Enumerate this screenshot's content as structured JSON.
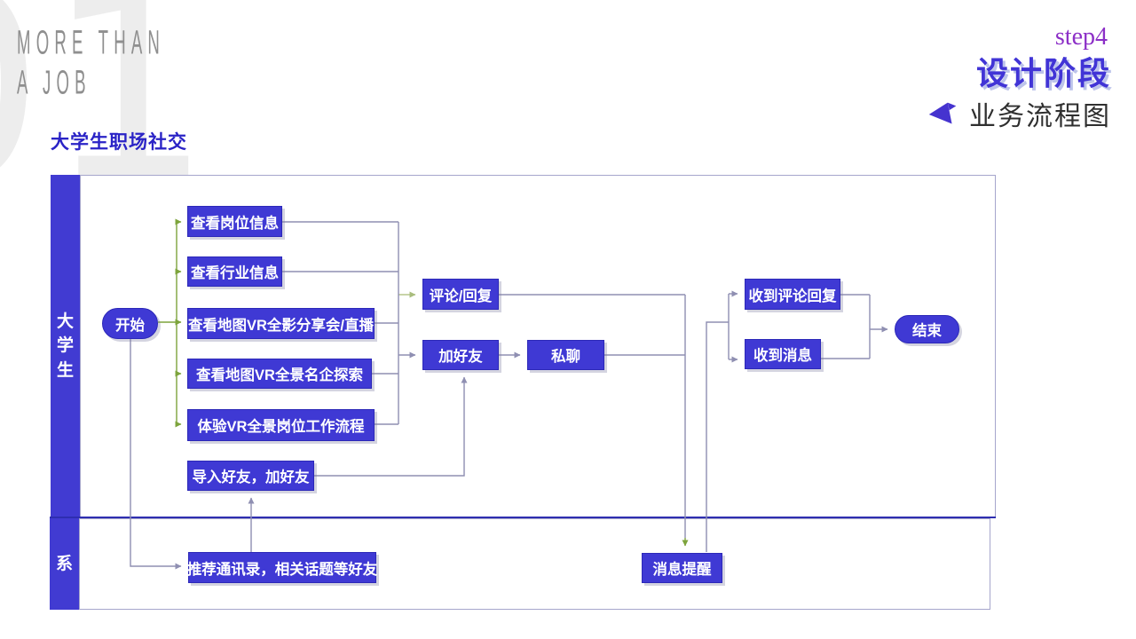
{
  "slide": {
    "watermark": "01",
    "brand": "MORE THAN\nA JOB",
    "subtitle": "大学生职场社交",
    "step_label": "step4",
    "phase_title": "设计阶段",
    "section_title": "业务流程图"
  },
  "icons": {
    "section_marker": "flag-triangle-icon"
  },
  "colors": {
    "node_fill": "#3f39d4",
    "node_border": "#2c28b8",
    "lane_bar": "#413bd2",
    "lane_border": "#a6a6cc",
    "lane_divider": "#2e2eb0",
    "connector_gray": "#8f8fb2",
    "connector_green": "#7da43c",
    "connector_palegreen": "#b5c68c",
    "phase_title_color": "#4134d6",
    "step_label_color": "#8c2fc7",
    "subtitle_color": "#2a23c6",
    "watermark_color": "#ededed"
  },
  "diagram": {
    "lanes": [
      {
        "label": "大学生"
      },
      {
        "label": "系"
      }
    ],
    "nodes": {
      "start": {
        "label": "开始",
        "type": "terminal"
      },
      "view_job": {
        "label": "查看岗位信息",
        "type": "process"
      },
      "view_industry": {
        "label": "查看行业信息",
        "type": "process"
      },
      "view_vr_share": {
        "label": "查看地图VR全影分享会/直播",
        "type": "process"
      },
      "view_vr_company": {
        "label": "查看地图VR全景名企探索",
        "type": "process"
      },
      "try_vr_flow": {
        "label": "体验VR全景岗位工作流程",
        "type": "process"
      },
      "import_friends": {
        "label": "导入好友，加好友",
        "type": "process"
      },
      "comment_reply": {
        "label": "评论/回复",
        "type": "process"
      },
      "add_friend": {
        "label": "加好友",
        "type": "process"
      },
      "private_chat": {
        "label": "私聊",
        "type": "process"
      },
      "recv_comment": {
        "label": "收到评论回复",
        "type": "process"
      },
      "recv_message": {
        "label": "收到消息",
        "type": "process"
      },
      "end": {
        "label": "结束",
        "type": "terminal"
      },
      "msg_notify": {
        "label": "消息提醒",
        "type": "process",
        "lane": "系"
      },
      "recommend": {
        "label": "推荐通讯录，相关话题等好友",
        "type": "process",
        "lane": "系"
      }
    },
    "edges": [
      {
        "from": "start",
        "to": "view_job"
      },
      {
        "from": "start",
        "to": "view_industry"
      },
      {
        "from": "start",
        "to": "view_vr_share"
      },
      {
        "from": "start",
        "to": "view_vr_company"
      },
      {
        "from": "start",
        "to": "try_vr_flow"
      },
      {
        "from": "view_boxes_collector",
        "to": "comment_reply"
      },
      {
        "from": "view_boxes_collector",
        "to": "add_friend"
      },
      {
        "from": "add_friend",
        "to": "private_chat"
      },
      {
        "from": "comment_reply",
        "to": "msg_notify"
      },
      {
        "from": "private_chat",
        "to": "msg_notify"
      },
      {
        "from": "msg_notify",
        "to": "recv_comment"
      },
      {
        "from": "msg_notify",
        "to": "recv_message"
      },
      {
        "from": "recv_comment",
        "to": "end"
      },
      {
        "from": "recv_message",
        "to": "end"
      },
      {
        "from": "start",
        "to": "recommend"
      },
      {
        "from": "recommend",
        "to": "import_friends"
      },
      {
        "from": "import_friends",
        "to": "add_friend"
      }
    ]
  }
}
